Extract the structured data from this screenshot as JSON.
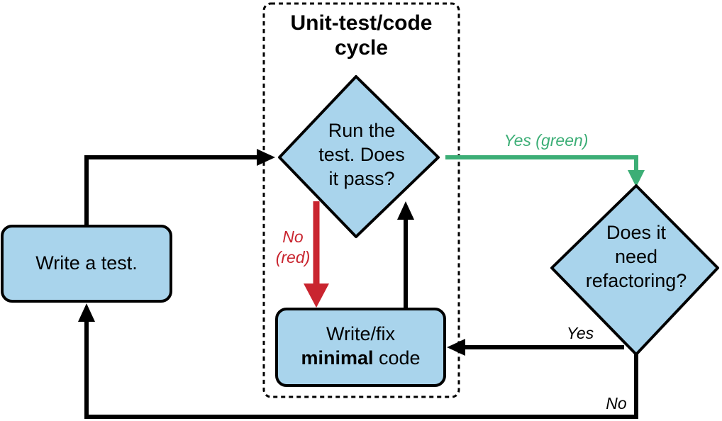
{
  "cycle": {
    "title_line1": "Unit-test/code",
    "title_line2": "cycle"
  },
  "nodes": {
    "write_test": "Write a test.",
    "run_test": [
      "Run the",
      "test. Does",
      "it pass?"
    ],
    "fix_code": {
      "line1": "Write/fix",
      "bold": "minimal",
      "rest": " code"
    },
    "refactor": [
      "Does it",
      "need",
      "refactoring?"
    ]
  },
  "edges": {
    "yes_green": "Yes (green)",
    "no_red_1": "No",
    "no_red_2": "(red)",
    "yes": "Yes",
    "no": "No"
  },
  "colors": {
    "node_fill": "#a9d4ec",
    "stroke": "#000000",
    "green": "#3cae76",
    "red": "#c9252f"
  }
}
